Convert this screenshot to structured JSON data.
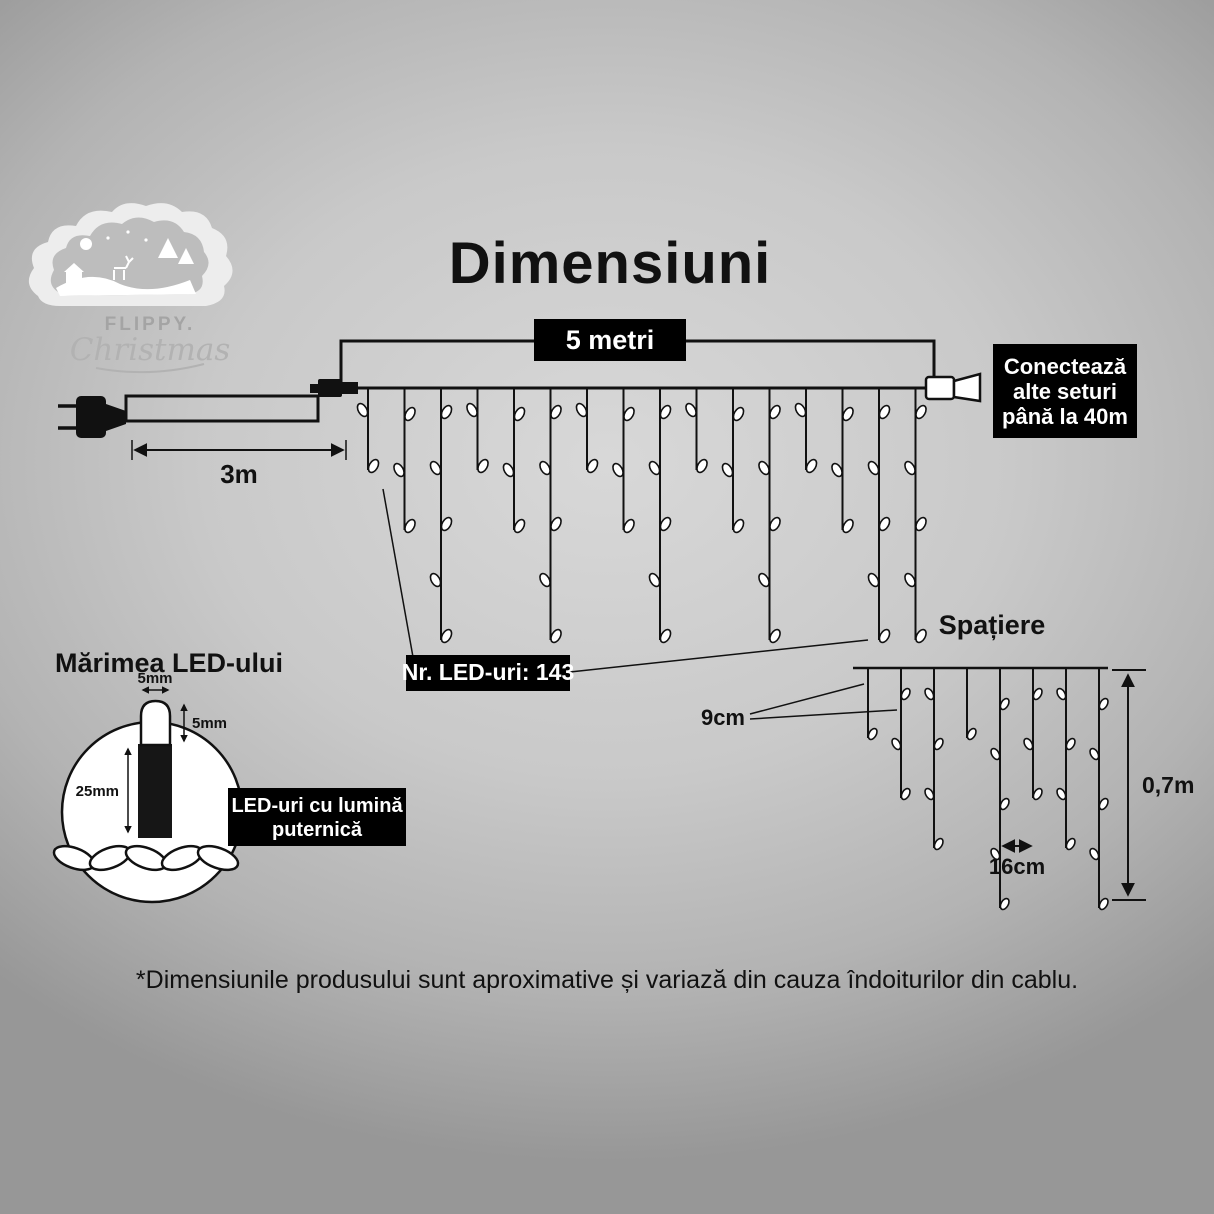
{
  "title": "Dimensiuni",
  "logo": {
    "brand": "FLIPPY.",
    "script": "Christmas"
  },
  "colors": {
    "ink": "#111111",
    "box_bg": "#000000",
    "box_text": "#ffffff"
  },
  "main_diagram": {
    "total_length": "5 metri",
    "lead_length": "3m",
    "connect_note": [
      "Conectează",
      "alte seturi",
      "până la 40m"
    ],
    "led_count": "Nr. LED-uri: 143"
  },
  "spacing_section": {
    "title": "Spațiere",
    "drop_gap": "9cm",
    "horizontal_gap": "16cm",
    "drop_height": "0,7m"
  },
  "led_size_section": {
    "title": "Mărimea LED-ului",
    "lens_width": "5mm",
    "lens_height": "5mm",
    "body_length": "25mm",
    "note": [
      "LED-uri cu lumină",
      "puternică"
    ]
  },
  "footnote": "*Dimensiunile produsului sunt aproximative și variază din cauza îndoiturilor din cablu."
}
